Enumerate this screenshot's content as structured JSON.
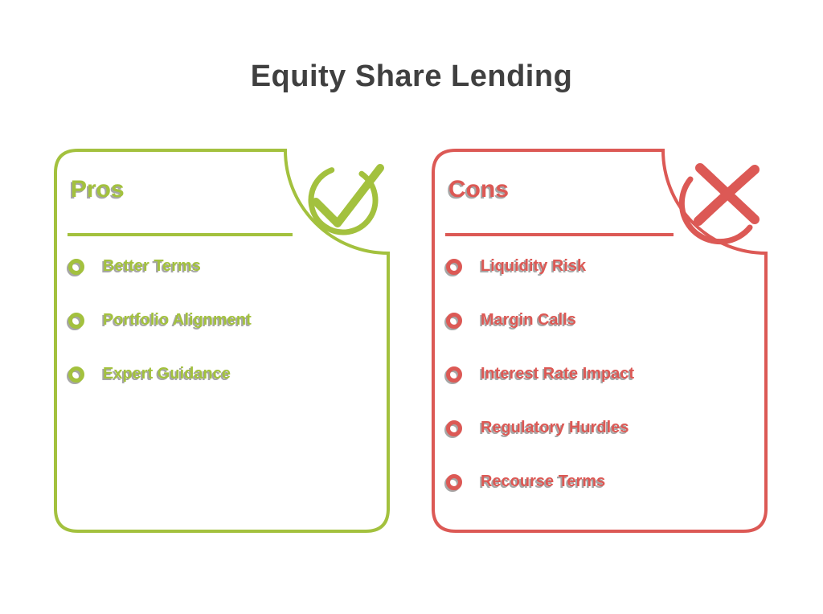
{
  "title": "Equity Share Lending",
  "colors": {
    "pros": "#a3c13e",
    "cons": "#dc5955",
    "title_text": "#404040",
    "shadow": "#a6a6a6",
    "background": "#ffffff"
  },
  "pros_card": {
    "heading": "Pros",
    "icon": "check-icon",
    "items": [
      "Better Terms",
      "Portfolio Alignment",
      "Expert Guidance"
    ]
  },
  "cons_card": {
    "heading": "Cons",
    "icon": "x-icon",
    "items": [
      "Liquidity Risk",
      "Margin Calls",
      "Interest Rate Impact",
      "Regulatory Hurdles",
      "Recourse Terms"
    ]
  }
}
